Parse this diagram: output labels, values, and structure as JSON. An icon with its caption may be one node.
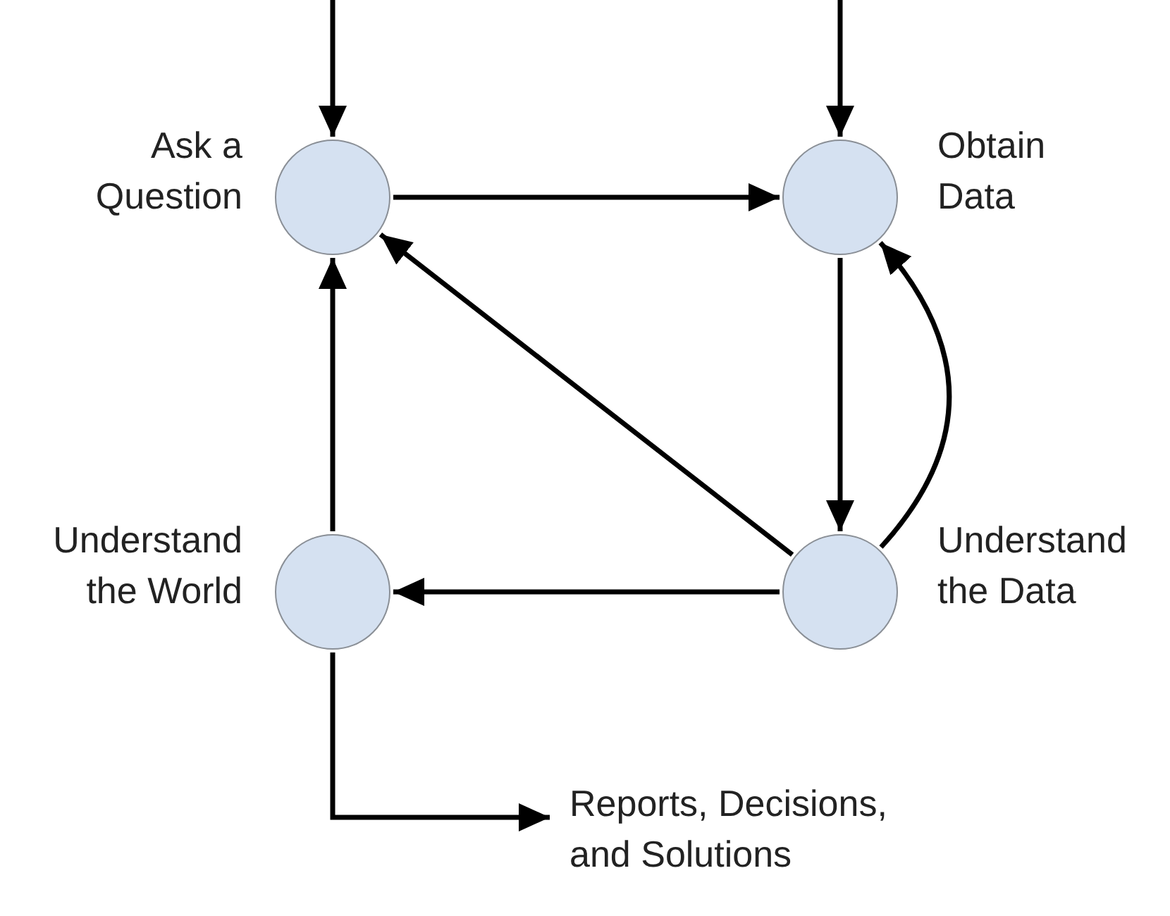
{
  "diagram": {
    "nodes": [
      {
        "text": [
          "Ask a Question"
        ]
      },
      {
        "text": [
          "Obtain Data"
        ]
      },
      {
        "text": [
          "Understand the World"
        ]
      },
      {
        "text": [
          "Understand the Data"
        ]
      },
      {
        "text": [
          "Reports, Decisions, and Solutions"
        ]
      }
    ],
    "edges": [
      {
        "from": null,
        "to": 0,
        "arrow": "to"
      },
      {
        "from": null,
        "to": 1,
        "arrow": "to"
      },
      {
        "from": 0,
        "to": 1,
        "arrow": "to"
      },
      {
        "from": 1,
        "to": 3,
        "arrow": "to"
      },
      {
        "from": 3,
        "to": 1,
        "arrow": "to"
      },
      {
        "from": 3,
        "to": 0,
        "arrow": "to"
      },
      {
        "from": 3,
        "to": 2,
        "arrow": "to"
      },
      {
        "from": 2,
        "to": 0,
        "arrow": "to"
      },
      {
        "from": 2,
        "to": 4,
        "arrow": "to"
      }
    ]
  }
}
